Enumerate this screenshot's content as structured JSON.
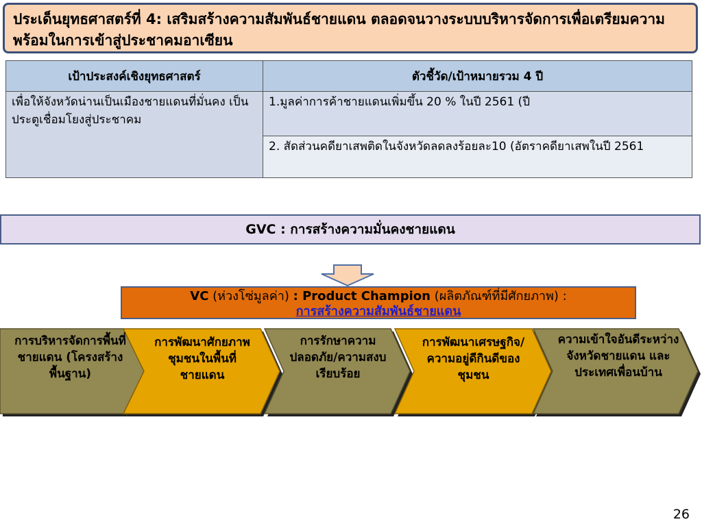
{
  "title": "ประเด็นยุทธศาสตร์ที่ 4: เสริมสร้างความสัมพันธ์ชายแดน ตลอดจนวางระบบบริหารจัดการเพื่อเตรียมความพร้อมในการเข้าสู่ประชาคมอาเซียน",
  "table": {
    "header_objective": "เป้าประสงค์เชิงยุทธศาสตร์",
    "header_indicator": "ตัวชี้วัด/เป้าหมายรวม 4 ปี",
    "objective": "เพื่อให้จังหวัดน่านเป็นเมืองชายแดนที่มั่นคง   เป็นประตูเชื่อมโยงสู่ประชาคม",
    "indicator_1": "1.มูลค่าการค้าชายแดนเพิ่มขึ้น 20 % ในปี 2561   (ปี",
    "indicator_2": "2. สัดส่วนคดียาเสพติดในจังหวัดลดลงร้อยละ10 (อัตราคดียาเสพในปี 2561"
  },
  "gvc": "GVC :  การสร้างความมั่นคงชายแดน",
  "vc": {
    "prefix": "VC",
    "prefix_note": "(ห่วงโซ่มูลค่า)",
    "mid": ": Product Champion",
    "mid_note": "(ผลิตภัณฑ์ที่มีศักยภาพ) :",
    "subtitle": "การสร้างความสัมพันธ์ชายแดน"
  },
  "chevrons": [
    {
      "label": "การบริหารจัดการพื้นที่ชายแดน (โครงสร้างพื้นฐาน)",
      "color": "#938953"
    },
    {
      "label": "การพัฒนาศักยภาพชุมชนในพื้นที่ชายแดน",
      "color": "#e6a400"
    },
    {
      "label": "การรักษาความปลอดภัย/ความสงบเรียบร้อย",
      "color": "#938953"
    },
    {
      "label": "การพัฒนาเศรษฐกิจ/ความอยู่ดีกินดีของชุมชน",
      "color": "#e6a400"
    },
    {
      "label": "ความเข้าใจอันดีระหว่างจังหวัดชายแดน และประเทศเพื่อนบ้าน",
      "color": "#938953"
    }
  ],
  "page_number": "26",
  "colors": {
    "title_bg": "#fbd4b4",
    "table_header": "#b8cce4",
    "gvc_bg": "#e4dcee",
    "vc_bg": "#e36c0a",
    "vc_link": "#1f1fc8"
  }
}
